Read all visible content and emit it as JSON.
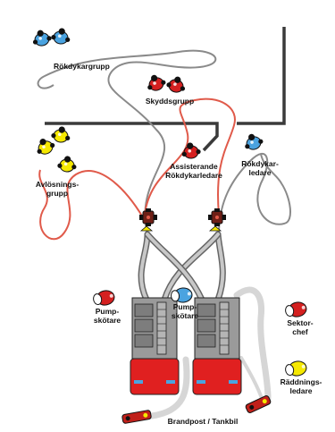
{
  "colors": {
    "background": "#ffffff",
    "wall": "#3a3a3a",
    "hose_gray": "#8a8a8a",
    "hose_red": "#e05a4a",
    "hose_light": "#d8d8d8",
    "truck_body": "#9a9a9a",
    "truck_cab": "#e02020",
    "firefighter_blue": "#4aa3e0",
    "firefighter_red": "#d42020",
    "firefighter_yellow": "#f5e800",
    "person_outline": "#111111"
  },
  "labels": {
    "rokdykargrupp": "Rökdykargrupp",
    "skyddsgrupp": "Skyddsgrupp",
    "assisterande": "Assisterande\nRökdykarledare",
    "rokdykarledare": "Rökdykar-\nledare",
    "avlosningsgrupp": "Avlösnings-\ngrupp",
    "pumpskotare_1": "Pump-\nskötare",
    "pumpskotare_2": "Pump-\nskötare",
    "sektorchef": "Sektor-\nchef",
    "raddningsledare": "Räddnings-\nledare",
    "brandpost_tankbil": "Brandpost / Tankbil"
  },
  "icons": {
    "group_rokdykargrupp": "firefighter-group-icon",
    "group_skyddsgrupp": "firefighter-group-icon",
    "person_assisterande": "firefighter-icon",
    "person_rokdykarledare": "firefighter-icon",
    "group_avlosningsgrupp": "firefighter-group-icon",
    "distributor": "hose-distributor-icon",
    "fire_truck": "fire-truck-icon",
    "hydrant": "hydrant-icon"
  }
}
